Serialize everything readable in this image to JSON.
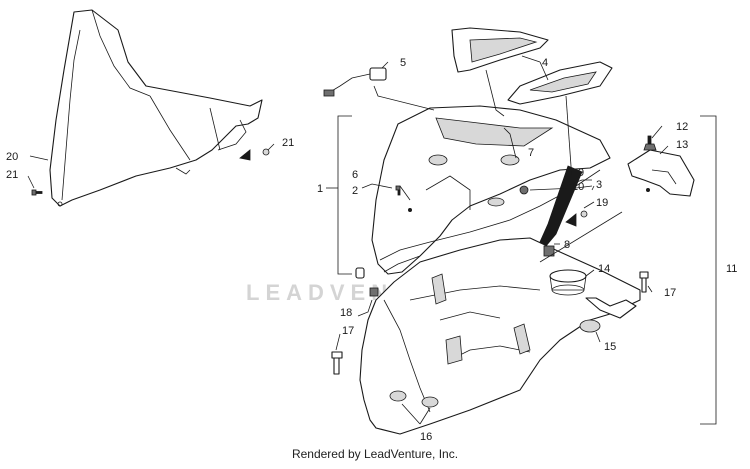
{
  "watermark": "LEADVENTURE",
  "credit": "Rendered by LeadVenture, Inc.",
  "callouts": [
    {
      "id": "c1",
      "label": "1"
    },
    {
      "id": "c2",
      "label": "2"
    },
    {
      "id": "c3",
      "label": "3"
    },
    {
      "id": "c4",
      "label": "4"
    },
    {
      "id": "c5",
      "label": "5"
    },
    {
      "id": "c6",
      "label": "6"
    },
    {
      "id": "c7",
      "label": "7"
    },
    {
      "id": "c8",
      "label": "8"
    },
    {
      "id": "c9",
      "label": "9"
    },
    {
      "id": "c10",
      "label": "10"
    },
    {
      "id": "c11",
      "label": "11"
    },
    {
      "id": "c12",
      "label": "12"
    },
    {
      "id": "c13",
      "label": "13"
    },
    {
      "id": "c14",
      "label": "14"
    },
    {
      "id": "c15",
      "label": "15"
    },
    {
      "id": "c16",
      "label": "16"
    },
    {
      "id": "c17a",
      "label": "17"
    },
    {
      "id": "c17b",
      "label": "17"
    },
    {
      "id": "c18",
      "label": "18"
    },
    {
      "id": "c19",
      "label": "19"
    },
    {
      "id": "c20",
      "label": "20"
    },
    {
      "id": "c21a",
      "label": "21"
    },
    {
      "id": "c21b",
      "label": "21"
    }
  ]
}
